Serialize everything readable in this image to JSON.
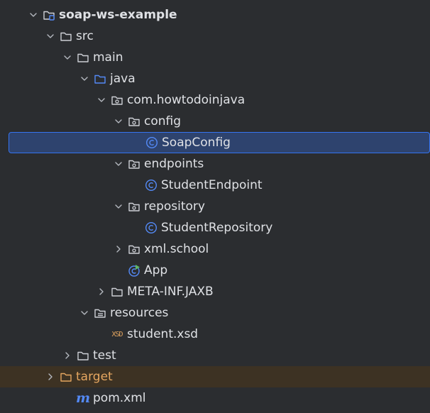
{
  "tree": [
    {
      "label": "soap-ws-example",
      "icon": "module-folder-icon",
      "chevron": "down",
      "depth": 0,
      "state": "root"
    },
    {
      "label": "src",
      "icon": "folder-icon",
      "chevron": "down",
      "depth": 1,
      "state": ""
    },
    {
      "label": "main",
      "icon": "folder-icon",
      "chevron": "down",
      "depth": 2,
      "state": ""
    },
    {
      "label": "java",
      "icon": "source-folder-icon",
      "chevron": "down",
      "depth": 3,
      "state": ""
    },
    {
      "label": "com.howtodoinjava",
      "icon": "package-icon",
      "chevron": "down",
      "depth": 4,
      "state": ""
    },
    {
      "label": "config",
      "icon": "package-icon",
      "chevron": "down",
      "depth": 5,
      "state": ""
    },
    {
      "label": "SoapConfig",
      "icon": "java-class-icon",
      "chevron": "none",
      "depth": 6,
      "state": "selected"
    },
    {
      "label": "endpoints",
      "icon": "package-icon",
      "chevron": "down",
      "depth": 5,
      "state": ""
    },
    {
      "label": "StudentEndpoint",
      "icon": "java-class-icon",
      "chevron": "none",
      "depth": 6,
      "state": ""
    },
    {
      "label": "repository",
      "icon": "package-icon",
      "chevron": "down",
      "depth": 5,
      "state": ""
    },
    {
      "label": "StudentRepository",
      "icon": "java-class-icon",
      "chevron": "none",
      "depth": 6,
      "state": ""
    },
    {
      "label": "xml.school",
      "icon": "package-icon",
      "chevron": "right",
      "depth": 5,
      "state": ""
    },
    {
      "label": "App",
      "icon": "spring-boot-app-icon",
      "chevron": "none",
      "depth": 5,
      "state": ""
    },
    {
      "label": "META-INF.JAXB",
      "icon": "folder-icon",
      "chevron": "right",
      "depth": 4,
      "state": ""
    },
    {
      "label": "resources",
      "icon": "resources-folder-icon",
      "chevron": "down",
      "depth": 3,
      "state": ""
    },
    {
      "label": "student.xsd",
      "icon": "xsd-file-icon",
      "chevron": "none",
      "depth": 4,
      "state": ""
    },
    {
      "label": "test",
      "icon": "folder-icon",
      "chevron": "right",
      "depth": 2,
      "state": ""
    },
    {
      "label": "target",
      "icon": "excluded-folder-icon",
      "chevron": "right",
      "depth": 1,
      "state": "excluded"
    },
    {
      "label": "pom.xml",
      "icon": "maven-file-icon",
      "chevron": "none",
      "depth": 2,
      "state": ""
    }
  ],
  "icon_glyphs": {
    "xsd": "XSD",
    "maven": "m"
  },
  "colors": {
    "background": "#2b2d30",
    "text": "#dfe1e5",
    "selection_bg": "#2e436e",
    "selection_border": "#3574f0",
    "excluded_bg": "#3d3223",
    "excluded_text": "#e5a660",
    "folder": "#ced0d6",
    "source_folder": "#548af7",
    "class_icon": "#548af7",
    "spring_green": "#5fb865"
  }
}
